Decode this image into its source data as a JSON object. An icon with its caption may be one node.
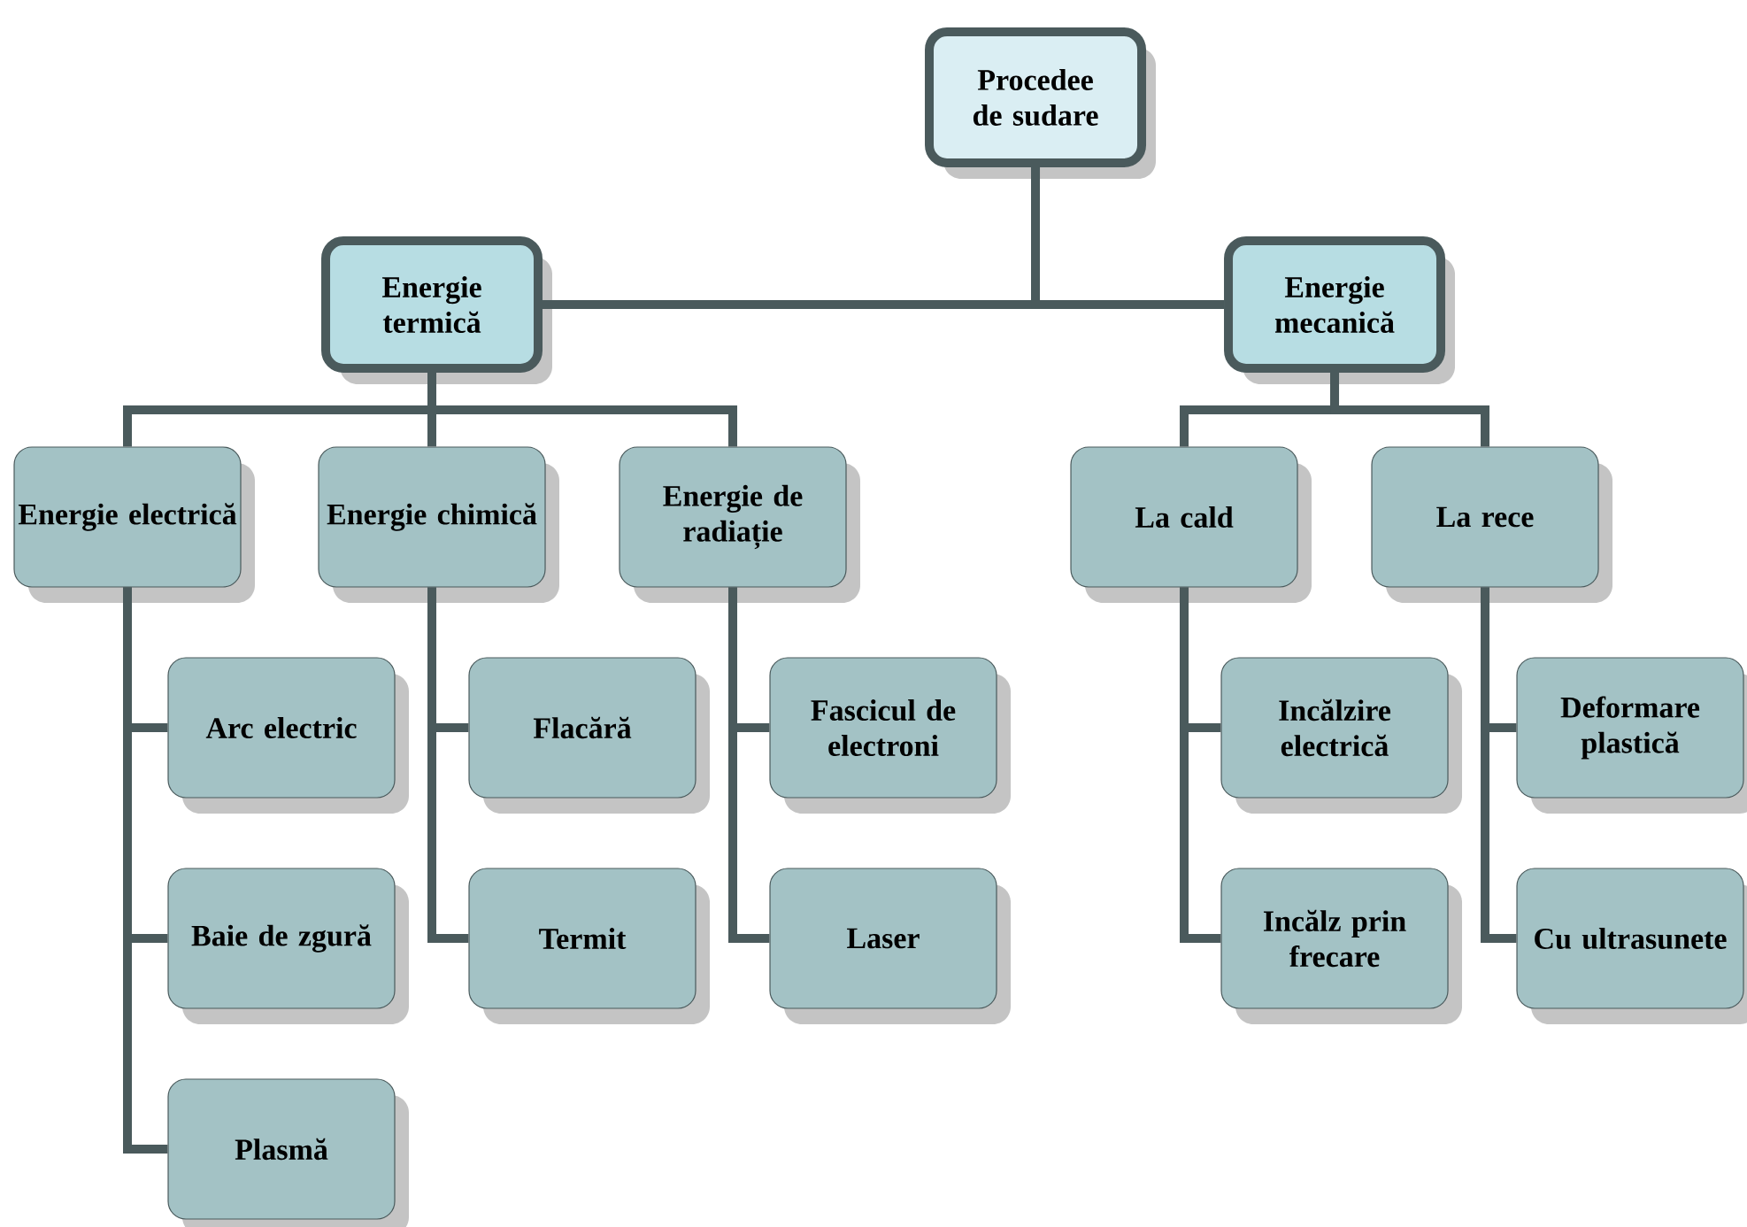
{
  "diagram": {
    "nodes": [
      {
        "text": [
          "Procedee de sudare"
        ]
      },
      {
        "text": [
          "Energie termică"
        ]
      },
      {
        "text": [
          "Energie mecanică"
        ]
      },
      {
        "text": [
          "Energie electrică"
        ]
      },
      {
        "text": [
          "Energie chimică"
        ]
      },
      {
        "text": [
          "Energie de radiație"
        ]
      },
      {
        "text": [
          "La cald"
        ]
      },
      {
        "text": [
          "La rece"
        ]
      },
      {
        "text": [
          "Arc electric"
        ]
      },
      {
        "text": [
          "Baie de zgură"
        ]
      },
      {
        "text": [
          "Plasmă"
        ]
      },
      {
        "text": [
          "Flacără"
        ]
      },
      {
        "text": [
          "Termit"
        ]
      },
      {
        "text": [
          "Fascicul de electroni"
        ]
      },
      {
        "text": [
          "Laser"
        ]
      },
      {
        "text": [
          "Incălzire electrică"
        ]
      },
      {
        "text": [
          "Incălz prin frecare"
        ]
      },
      {
        "text": [
          "Deformare plastică"
        ]
      },
      {
        "text": [
          "Cu ultrasunete"
        ]
      }
    ],
    "edges": [
      {
        "from": 0,
        "to": 1,
        "arrow": "none"
      },
      {
        "from": 0,
        "to": 2,
        "arrow": "none"
      },
      {
        "from": 1,
        "to": 3,
        "arrow": "none"
      },
      {
        "from": 1,
        "to": 4,
        "arrow": "none"
      },
      {
        "from": 1,
        "to": 5,
        "arrow": "none"
      },
      {
        "from": 2,
        "to": 6,
        "arrow": "none"
      },
      {
        "from": 2,
        "to": 7,
        "arrow": "none"
      },
      {
        "from": 3,
        "to": 8,
        "arrow": "none"
      },
      {
        "from": 3,
        "to": 9,
        "arrow": "none"
      },
      {
        "from": 3,
        "to": 10,
        "arrow": "none"
      },
      {
        "from": 4,
        "to": 11,
        "arrow": "none"
      },
      {
        "from": 4,
        "to": 12,
        "arrow": "none"
      },
      {
        "from": 5,
        "to": 13,
        "arrow": "none"
      },
      {
        "from": 5,
        "to": 14,
        "arrow": "none"
      },
      {
        "from": 6,
        "to": 15,
        "arrow": "none"
      },
      {
        "from": 6,
        "to": 16,
        "arrow": "none"
      },
      {
        "from": 7,
        "to": 17,
        "arrow": "none"
      },
      {
        "from": 7,
        "to": 18,
        "arrow": "none"
      }
    ]
  }
}
